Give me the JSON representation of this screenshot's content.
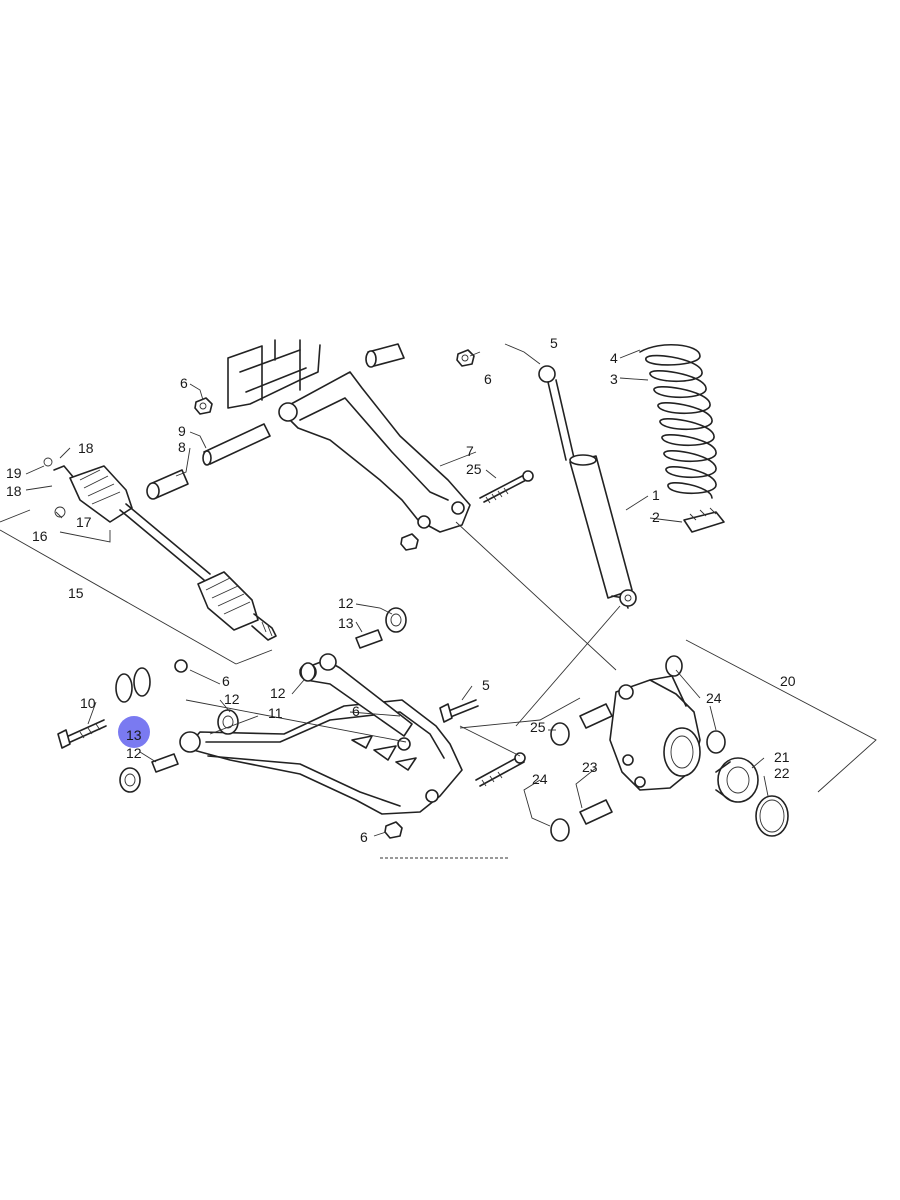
{
  "callouts": {
    "c1": "1",
    "c2": "2",
    "c3": "3",
    "c4": "4",
    "c5a": "5",
    "c5b": "5",
    "c6a": "6",
    "c6b": "6",
    "c6c": "6",
    "c6d": "6",
    "c6e": "6",
    "c7": "7",
    "c8": "8",
    "c9": "9",
    "c10": "10",
    "c11": "11",
    "c12a": "12",
    "c12b": "12",
    "c12c": "12",
    "c12d": "12",
    "c13a": "13",
    "c13b": "13",
    "c15": "15",
    "c16": "16",
    "c17": "17",
    "c18a": "18",
    "c18b": "18",
    "c19": "19",
    "c20": "20",
    "c21": "21",
    "c22": "22",
    "c23": "23",
    "c24a": "24",
    "c24b": "24",
    "c25a": "25",
    "c25b": "25"
  },
  "highlight": {
    "label": "13",
    "color": "#6b6bf0"
  }
}
